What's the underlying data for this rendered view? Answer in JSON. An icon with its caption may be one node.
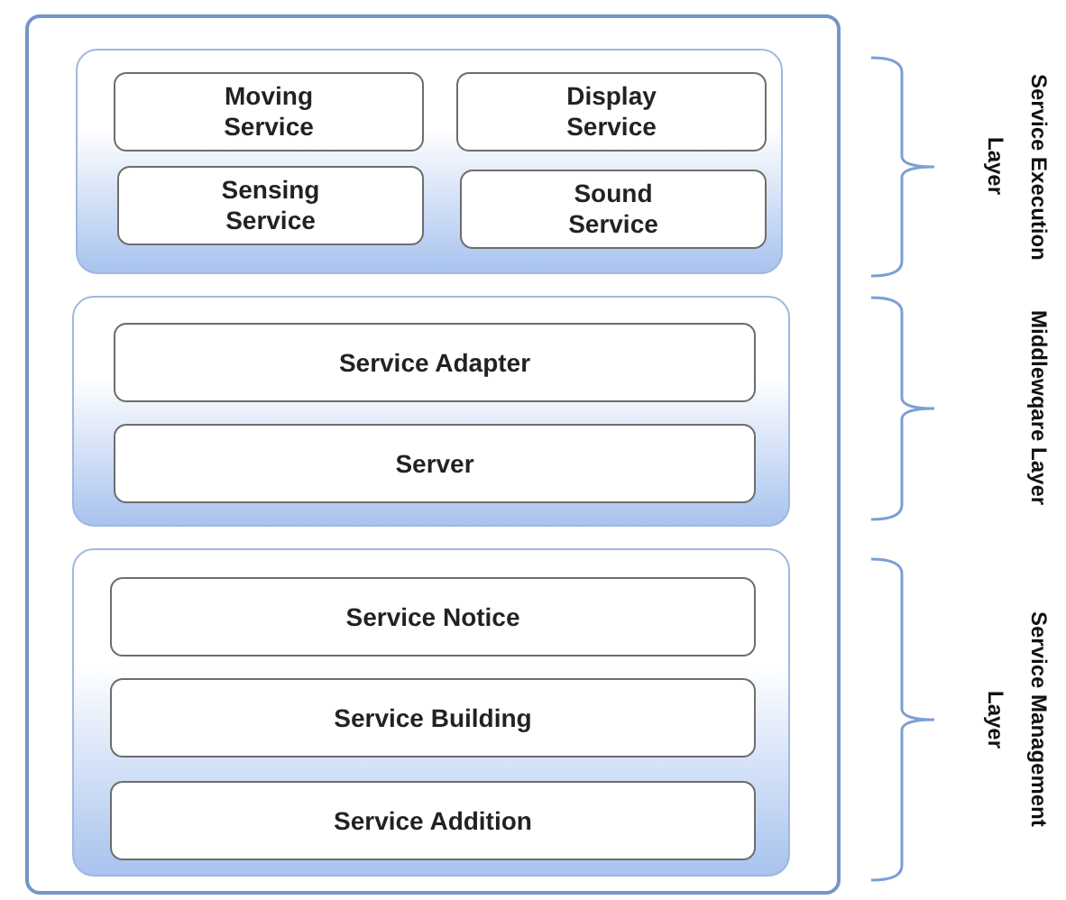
{
  "diagram": {
    "nodes": [
      {
        "text": [],
        "shape": "box"
      },
      {
        "text": [],
        "shape": "box",
        "in": 0
      },
      {
        "text": [
          "Moving Service"
        ],
        "in": 1
      },
      {
        "text": [
          "Display Service"
        ],
        "in": 1
      },
      {
        "text": [
          "Sensing Service"
        ],
        "in": 1
      },
      {
        "text": [
          "Sound Service"
        ],
        "in": 1
      },
      {
        "text": [],
        "shape": "box",
        "in": 0
      },
      {
        "text": [
          "Service Adapter"
        ],
        "in": 6
      },
      {
        "text": [
          "Server"
        ],
        "in": 6
      },
      {
        "text": [],
        "shape": "box",
        "in": 0
      },
      {
        "text": [
          "Service Notice"
        ],
        "in": 9
      },
      {
        "text": [
          "Service Building"
        ],
        "in": 9
      },
      {
        "text": [
          "Service Addition"
        ],
        "in": 9
      }
    ],
    "edges": [],
    "labels": [
      "Service Execution Layer",
      "Middlewqare Layer",
      "Service Management Layer"
    ]
  }
}
